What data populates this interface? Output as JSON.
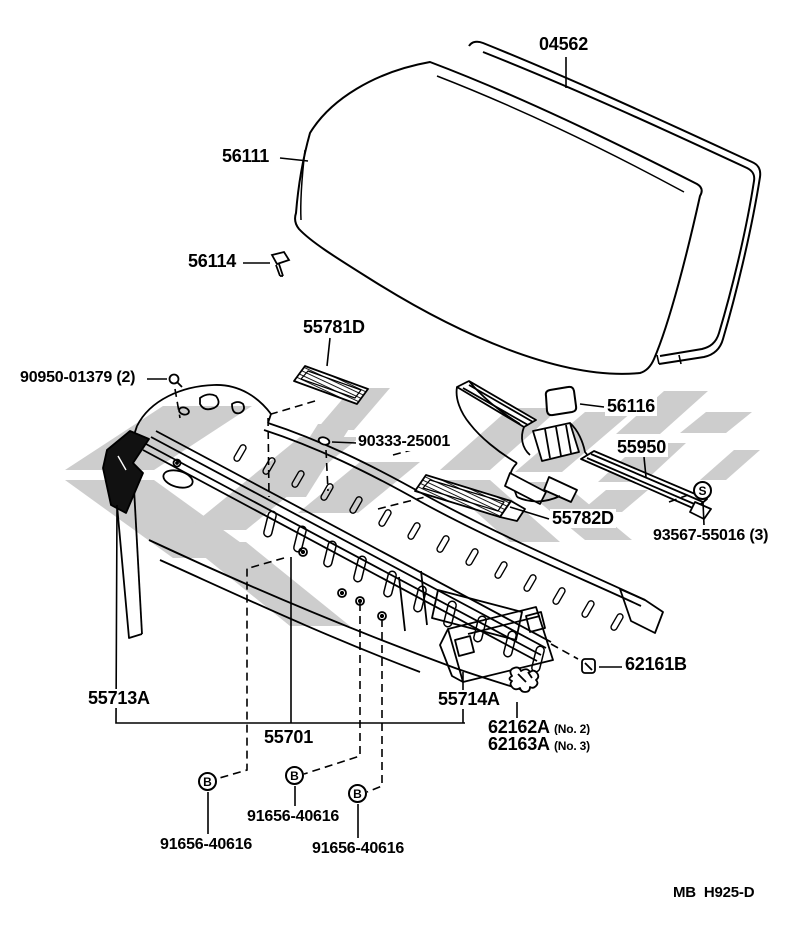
{
  "diagram": {
    "footer_code": "MB  H925-D",
    "colors": {
      "line": "#000000",
      "watermark": "#cdcdcd"
    },
    "symbols": {
      "bolt": "B",
      "screw": "S"
    },
    "parts": {
      "moulding_outside": "04562",
      "windshield_glass": "56111",
      "glass_spacer": "56114",
      "louver_no1": "55781D",
      "screw_set": "90950-01379 (2)",
      "clip_90333": "90333-25001",
      "glass_dam": "56116",
      "vent_duct": "55950",
      "louver_no2": "55782D",
      "screw_s_set": "93567-55016 (3)",
      "clip_62161b": "62161B",
      "cowl_side_lh": "55713A",
      "cowl_side_rh": "55714A",
      "cowl_panel": "55701",
      "bracket_no2": "62162A",
      "bracket_no2_note": "(No. 2)",
      "bracket_no3": "62163A",
      "bracket_no3_note": "(No. 3)",
      "bolt_1": "91656-40616",
      "bolt_2": "91656-40616",
      "bolt_3": "91656-40616"
    }
  }
}
